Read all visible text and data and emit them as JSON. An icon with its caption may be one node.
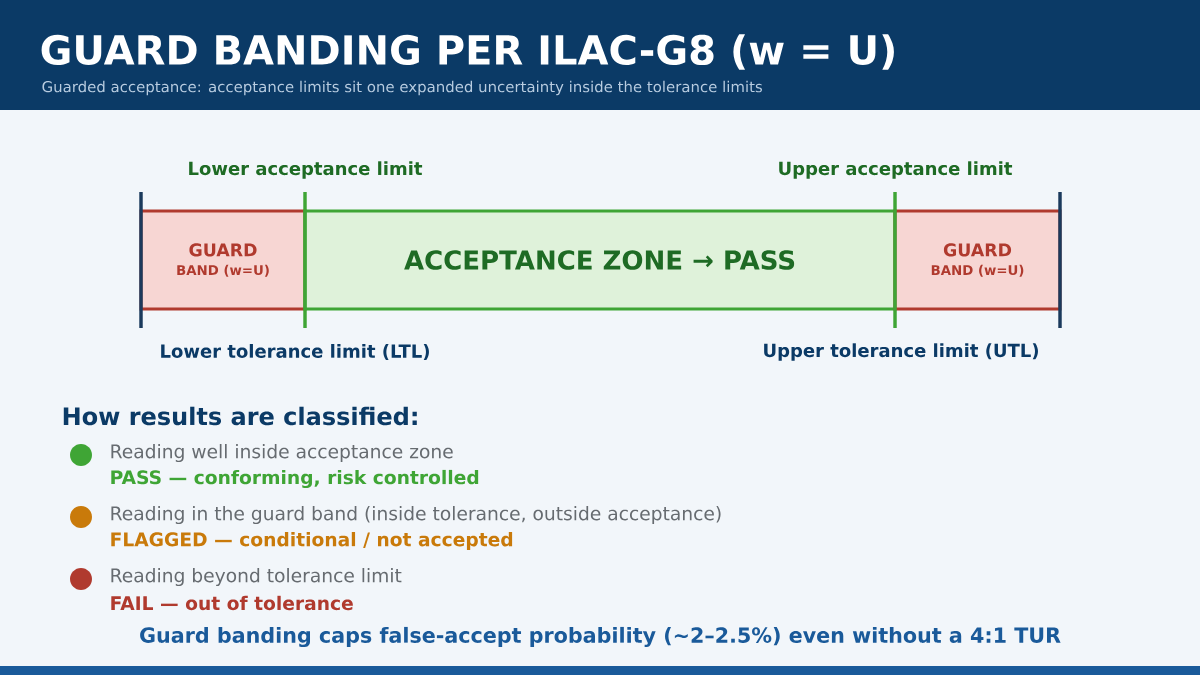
{
  "diagram": {
    "title": "GUARD BANDING PER ILAC-G8  (w = U)",
    "caption": "Guard banding caps false-accept probability (~2–2.5%) even without a 4:1 TUR",
    "nodes": [
      {
        "text": [
          "GUARD",
          "BAND (w=U)"
        ]
      },
      {
        "text": [
          "ACCEPTANCE ZONE → PASS"
        ]
      },
      {
        "text": [
          "GUARD",
          "BAND (w=U)"
        ]
      }
    ],
    "edges": [],
    "labels": [
      "Guarded acceptance: acceptance limits sit one expanded uncertainty inside the tolerance limits",
      "Lower acceptance limit",
      "Upper acceptance limit",
      "Lower tolerance limit (LTL)",
      "Upper tolerance limit (UTL)",
      "How results are classified:",
      "PASS — conforming, risk controlled",
      "FLAGGED — conditional / not accepted",
      "FAIL — out of tolerance"
    ],
    "legend": [
      {
        "text": "Reading well inside acceptance zone",
        "color": "#3fa535"
      },
      {
        "text": "Reading in the guard band (inside tolerance, outside acceptance)",
        "color": "#c97a0a"
      },
      {
        "text": "Reading beyond tolerance limit",
        "color": "#b03a2e"
      }
    ]
  }
}
